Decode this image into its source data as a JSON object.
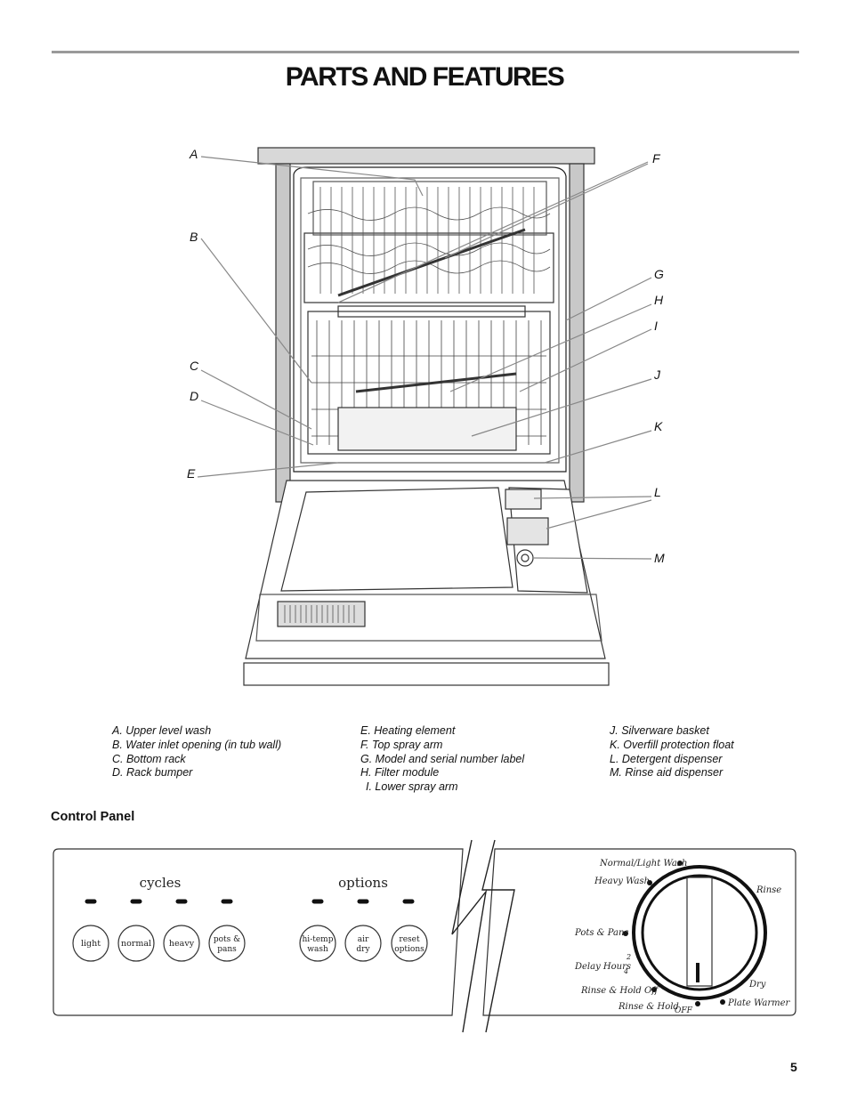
{
  "page": {
    "title": "PARTS AND FEATURES",
    "page_number": "5"
  },
  "callouts": [
    "A",
    "B",
    "C",
    "D",
    "E",
    "F",
    "G",
    "H",
    "I",
    "J",
    "K",
    "L",
    "M"
  ],
  "legend": {
    "col1": [
      "A. Upper level wash",
      "B. Water inlet opening (in tub wall)",
      "C. Bottom rack",
      "D. Rack bumper"
    ],
    "col2": [
      "E. Heating element",
      "F. Top spray arm",
      "G. Model and serial number label",
      "H. Filter module",
      "I. Lower spray arm"
    ],
    "col3": [
      "J. Silverware basket",
      "K. Overfill protection float",
      "L. Detergent dispenser",
      "M. Rinse aid dispenser"
    ]
  },
  "control_panel": {
    "heading": "Control Panel",
    "cycles_label": "cycles",
    "options_label": "options",
    "cycle_buttons": [
      {
        "line1": "light",
        "line2": ""
      },
      {
        "line1": "normal",
        "line2": ""
      },
      {
        "line1": "heavy",
        "line2": ""
      },
      {
        "line1": "pots &",
        "line2": "pans"
      }
    ],
    "option_buttons": [
      {
        "line1": "hi-temp",
        "line2": "wash"
      },
      {
        "line1": "air",
        "line2": "dry"
      },
      {
        "line1": "reset",
        "line2": "options"
      }
    ],
    "dial_labels": {
      "normal_light_wash": "Normal/Light Wash",
      "heavy_wash": "Heavy Wash",
      "rinse": "Rinse",
      "pots_pans": "Pots & Pans",
      "delay_hours": "Delay Hours",
      "delay_2": "2",
      "delay_4": "4",
      "rinse_hold_off": "Rinse & Hold  Off",
      "dry": "Dry",
      "rinse_hold": "Rinse & Hold",
      "off": "OFF",
      "plate_warmer": "Plate Warmer"
    }
  }
}
